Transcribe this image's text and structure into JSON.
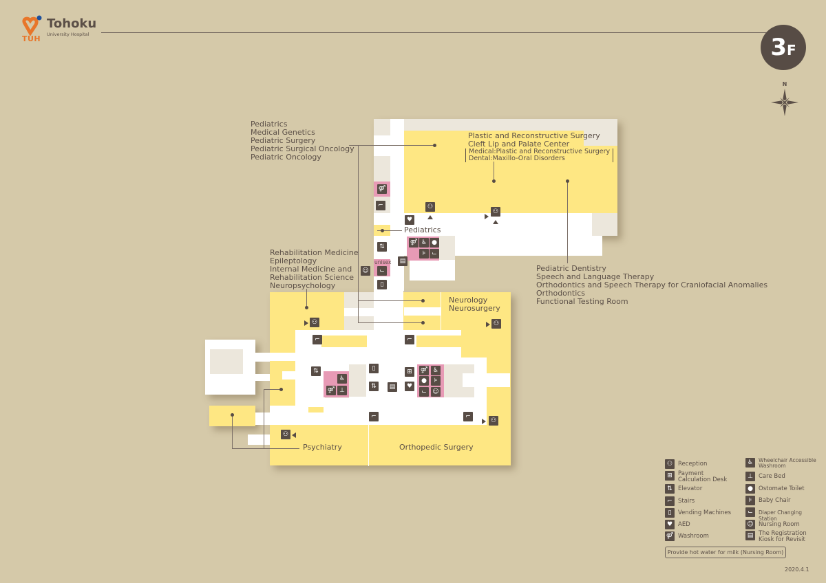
{
  "header": {
    "logo_abbr": "TUH",
    "logo_name": "Tohoku",
    "logo_sub": "University Hospital",
    "floor_number": "3",
    "floor_suffix": "F",
    "compass_label": "N"
  },
  "colors": {
    "background": "#d5c9a9",
    "department_area": "#fee783",
    "corridor": "#ffffff",
    "restricted_area": "#ece7dc",
    "washroom_area": "#e79ab5",
    "icon": "#574c45",
    "floor_badge": "#574c45",
    "logo_orange": "#e8762a",
    "logo_blue": "#1d4f9c"
  },
  "map": {
    "groups": {
      "pediatrics_group": [
        "Pediatrics",
        "Medical Genetics",
        "Pediatric Surgery",
        "Pediatric Surgical Oncology",
        "Pediatric Oncology"
      ],
      "plastic_surgery": {
        "line1": "Plastic and Reconstructive Surgery",
        "line2": "Cleft Lip and Palate Center",
        "sub1": "Medical:Plastic and Reconstructive Surgery",
        "sub2": "Dental:Maxillo-Oral Disorders"
      },
      "dentistry_group": [
        "Pediatric Dentistry",
        "Speech and Language Therapy",
        "Orthodontics and Speech Therapy for Craniofacial Anomalies",
        "Orthodontics",
        "Functional Testing Room"
      ],
      "rehab_group": [
        "Rehabilitation Medicine",
        "Epileptology",
        "Internal Medicine and",
        "Rehabilitation Science",
        "Neuropsychology"
      ],
      "neurology": [
        "Neurology",
        "Neurosurgery"
      ],
      "pediatrics_label": "Pediatrics",
      "unisex_label": "unisex",
      "psychiatry": "Psychiatry",
      "orthopedic": "Orthopedic Surgery"
    }
  },
  "legend": {
    "left": [
      {
        "icon": "reception-icon",
        "glyph": "⚇",
        "label": "Reception"
      },
      {
        "icon": "payment-calculation-desk-icon",
        "glyph": "⊞",
        "label": "Payment Calculation Desk"
      },
      {
        "icon": "elevator-icon",
        "glyph": "⇅",
        "label": "Elevator"
      },
      {
        "icon": "stairs-icon",
        "glyph": "⌐",
        "label": "Stairs"
      },
      {
        "icon": "vending-machines-icon",
        "glyph": "▯",
        "label": "Vending Machines"
      },
      {
        "icon": "aed-icon",
        "glyph": "♥",
        "label": "AED"
      },
      {
        "icon": "washroom-icon",
        "glyph": "⚤",
        "label": "Washroom"
      }
    ],
    "right": [
      {
        "icon": "wheelchair-washroom-icon",
        "glyph": "♿",
        "label": "Wheelchair Accessible Washroom"
      },
      {
        "icon": "care-bed-icon",
        "glyph": "⊥",
        "label": "Care Bed"
      },
      {
        "icon": "ostomate-toilet-icon",
        "glyph": "●",
        "label": "Ostomate Toilet"
      },
      {
        "icon": "baby-chair-icon",
        "glyph": "⊧",
        "label": "Baby Chair"
      },
      {
        "icon": "diaper-changing-icon",
        "glyph": "⌙",
        "label": "Diaper Changing Station"
      },
      {
        "icon": "nursing-room-icon",
        "glyph": "☺",
        "label": "Nursing Room"
      },
      {
        "icon": "registration-kiosk-icon",
        "glyph": "▤",
        "label": "The Registration Kiosk for Revisit"
      }
    ],
    "note": "Provide hot water for milk  (Nursing Room)",
    "date": "2020.4.1"
  }
}
